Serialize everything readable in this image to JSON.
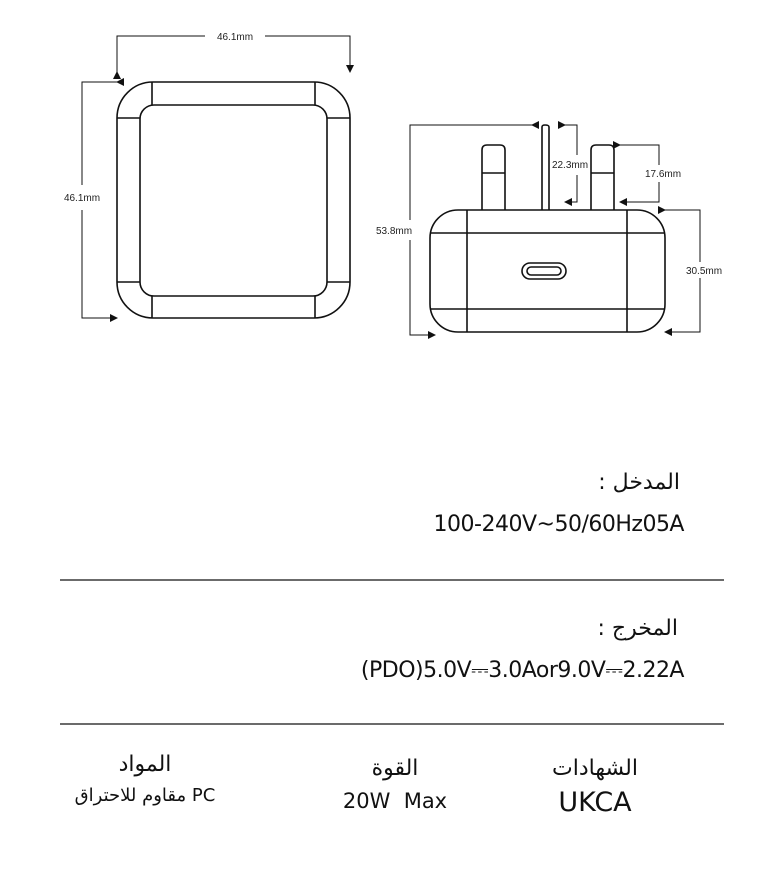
{
  "dimensions": {
    "top_width": "46.1mm",
    "left_height": "46.1mm",
    "total_height": "53.8mm",
    "earth_pin": "22.3mm",
    "pin_length": "17.6mm",
    "body_height": "30.5mm"
  },
  "specs": {
    "input_label": "المدخل :",
    "input_value": "100-240V~50/60Hz05A",
    "output_label": "المخرج :",
    "output_value": "(PDO)5.0V⎓3.0Aor9.0V⎓2.22A"
  },
  "footer": {
    "certifications_label": "الشهادات",
    "certifications_value": "UKCA",
    "power_label": "القوة",
    "power_value": "20W  Max",
    "material_label": "المواد",
    "material_value": "PC مقاوم للاحتراق"
  }
}
